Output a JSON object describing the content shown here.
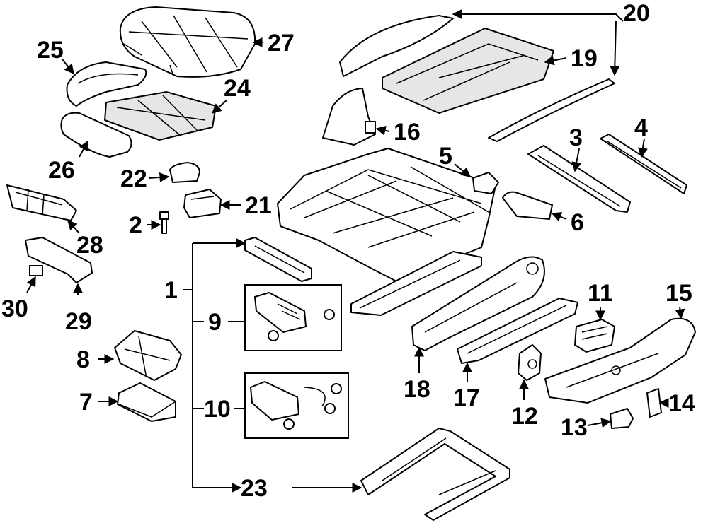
{
  "diagram": {
    "callouts": {
      "c1": "1",
      "c2": "2",
      "c3": "3",
      "c4": "4",
      "c5": "5",
      "c6": "6",
      "c7": "7",
      "c8": "8",
      "c9": "9",
      "c10": "10",
      "c11": "11",
      "c12": "12",
      "c13": "13",
      "c14": "14",
      "c15": "15",
      "c16": "16",
      "c17": "17",
      "c18": "18",
      "c19": "19",
      "c20": "20",
      "c21": "21",
      "c22": "22",
      "c23": "23",
      "c24": "24",
      "c25": "25",
      "c26": "26",
      "c27": "27",
      "c28": "28",
      "c29": "29",
      "c30": "30"
    },
    "colors": {
      "line": "#000000",
      "fill": "#ffffff",
      "shade": "#e6e6e6"
    }
  }
}
